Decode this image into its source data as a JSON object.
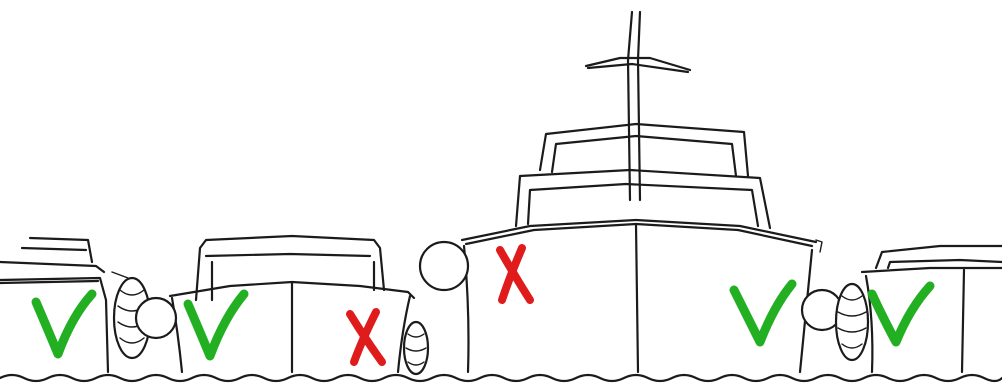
{
  "illustration": {
    "style": "hand-drawn line sketch of moored boats with fenders",
    "marks": {
      "good": {
        "symbol": "check",
        "color": "#22b022"
      },
      "bad": {
        "symbol": "cross",
        "color": "#e01b1b"
      }
    },
    "boats": [
      {
        "name": "left-boat",
        "mark": "good"
      },
      {
        "name": "boat-2",
        "mark": "good"
      },
      {
        "name": "boat-2-bow",
        "mark": "bad"
      },
      {
        "name": "large-boat",
        "mark": "bad"
      },
      {
        "name": "large-boat-starboard",
        "mark": "good"
      },
      {
        "name": "right-boat",
        "mark": "good"
      }
    ]
  }
}
